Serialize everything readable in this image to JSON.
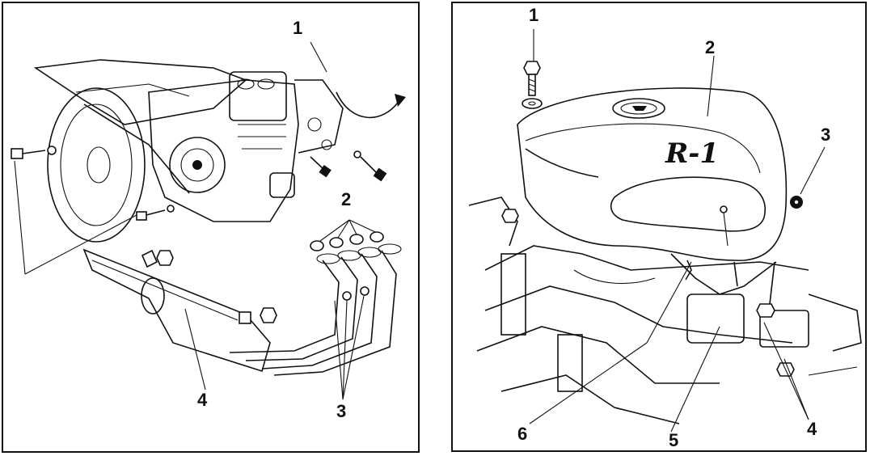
{
  "left_panel": {
    "callouts": [
      {
        "id": "1",
        "text": "1"
      },
      {
        "id": "2",
        "text": "2"
      },
      {
        "id": "3",
        "text": "3"
      },
      {
        "id": "4",
        "text": "4"
      }
    ]
  },
  "right_panel": {
    "callouts": [
      {
        "id": "1",
        "text": "1"
      },
      {
        "id": "2",
        "text": "2"
      },
      {
        "id": "3",
        "text": "3"
      },
      {
        "id": "4",
        "text": "4"
      },
      {
        "id": "5",
        "text": "5"
      },
      {
        "id": "6",
        "text": "6"
      }
    ],
    "tank_logo": "R-1"
  }
}
